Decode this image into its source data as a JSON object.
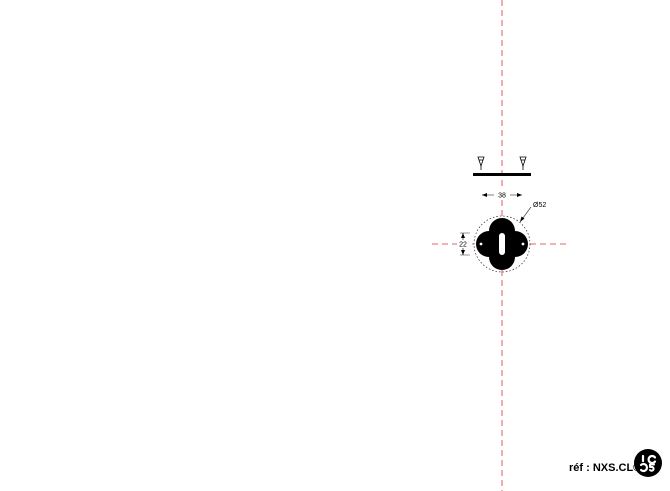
{
  "drawing": {
    "dimension_width": "38",
    "dimension_height": "22",
    "dimension_diameter": "Ø52"
  },
  "footer": {
    "reference": "réf : NXS.CL©",
    "logo_icon": "brand-logo-icon"
  },
  "colors": {
    "part": "#000000",
    "axis": "#e0303a",
    "background": "#ffffff"
  }
}
